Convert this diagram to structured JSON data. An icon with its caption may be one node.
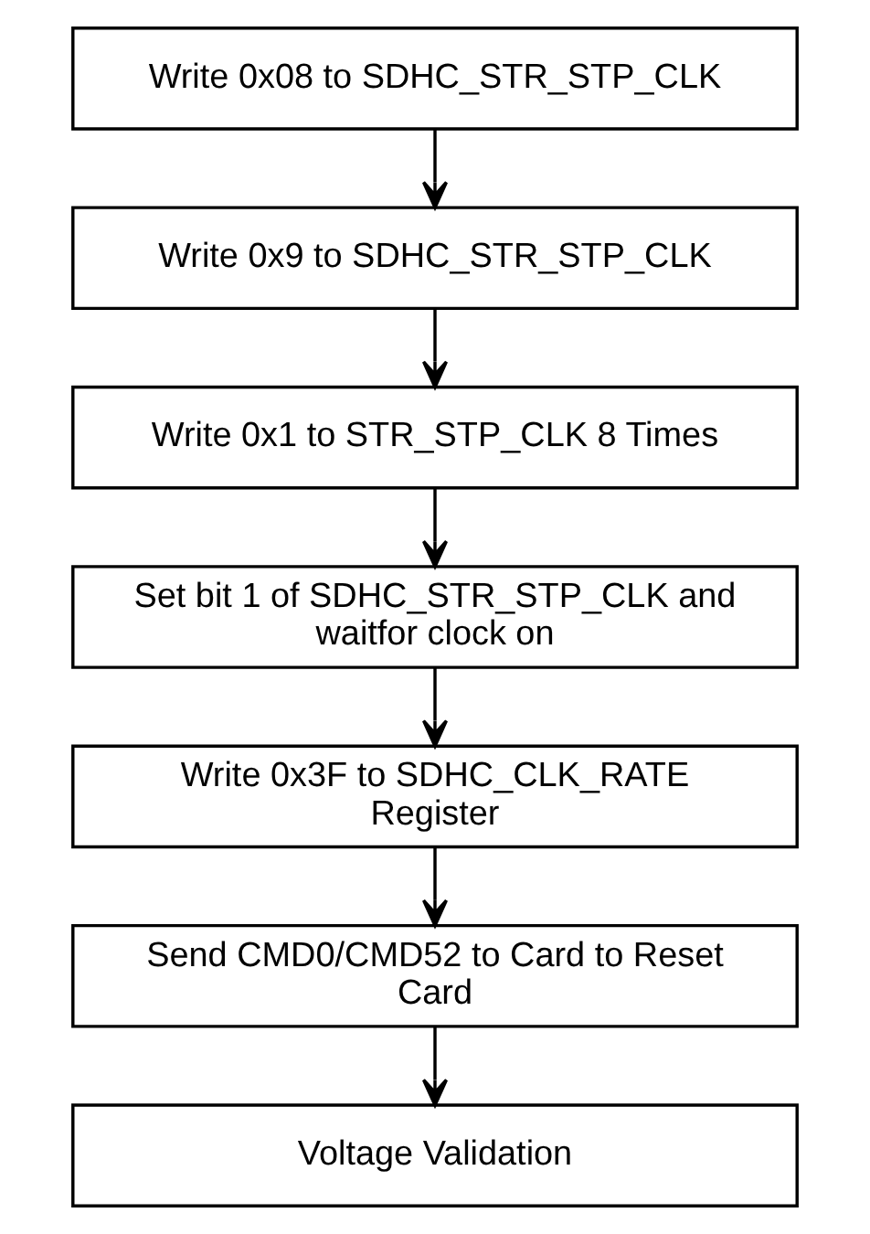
{
  "diagram": {
    "nodes": [
      {
        "text": [
          "Write 0x08 to SDHC_STR_STP_CLK"
        ]
      },
      {
        "text": [
          "Write 0x9 to SDHC_STR_STP_CLK"
        ]
      },
      {
        "text": [
          "Write 0x1 to STR_STP_CLK 8 Times"
        ]
      },
      {
        "text": [
          "Set bit 1 of SDHC_STR_STP_CLK and waitfor clock on"
        ]
      },
      {
        "text": [
          "Write 0x3F to SDHC_CLK_RATE Register"
        ]
      },
      {
        "text": [
          "Send CMD0/CMD52 to Card to Reset Card"
        ]
      },
      {
        "text": [
          "Voltage Validation"
        ]
      }
    ],
    "edges": [
      {
        "from": 0,
        "to": 1,
        "arrow": "to"
      },
      {
        "from": 1,
        "to": 2,
        "arrow": "to"
      },
      {
        "from": 2,
        "to": 3,
        "arrow": "to"
      },
      {
        "from": 3,
        "to": 4,
        "arrow": "to"
      },
      {
        "from": 4,
        "to": 5,
        "arrow": "to"
      },
      {
        "from": 5,
        "to": 6,
        "arrow": "to"
      }
    ]
  }
}
